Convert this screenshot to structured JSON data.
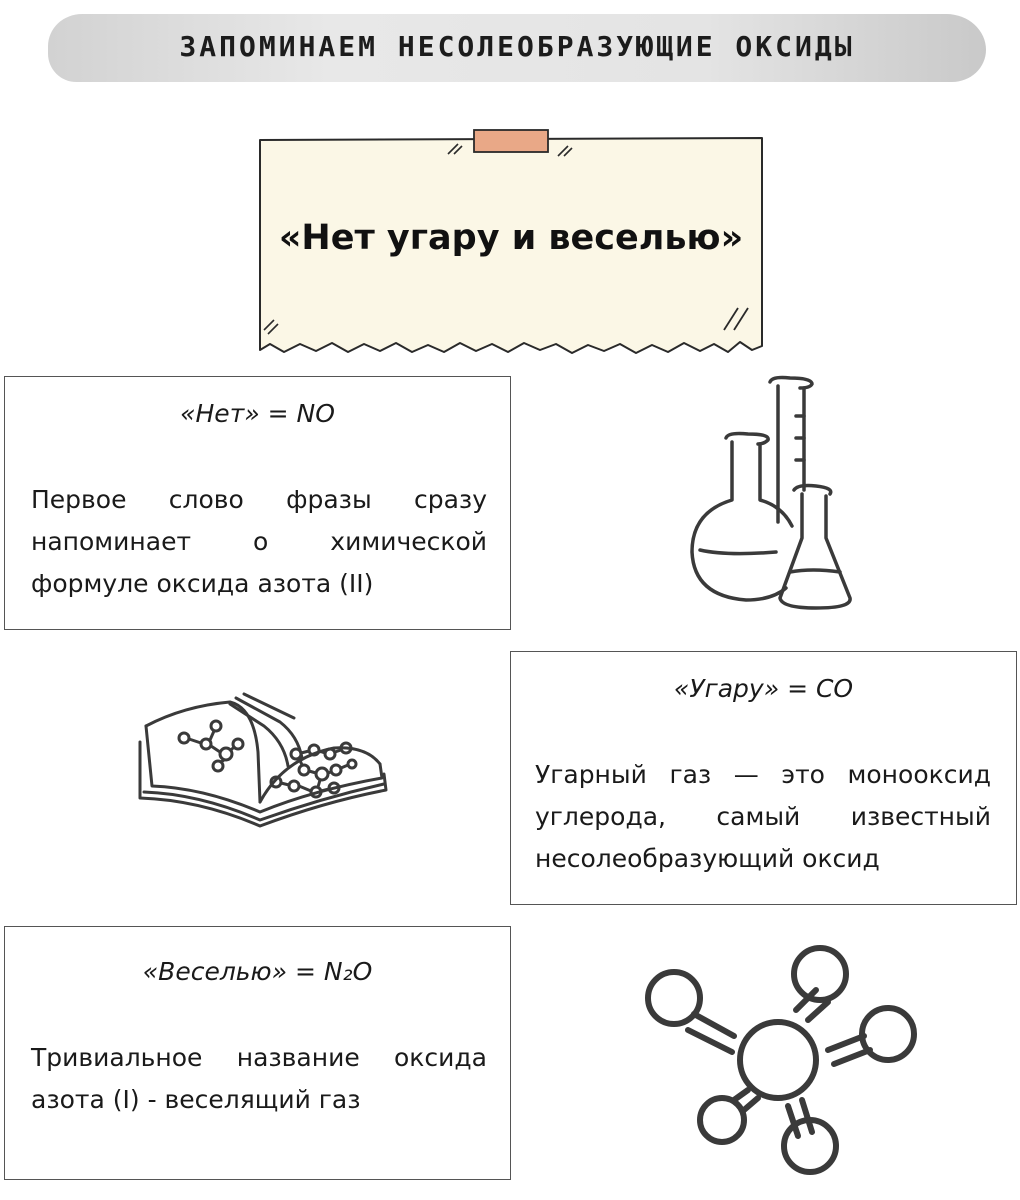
{
  "banner": {
    "title": "ЗАПОМИНАЕМ НЕСОЛЕОБРАЗУЮЩИЕ ОКСИДЫ"
  },
  "note": {
    "title": "«Нет угару и веселью»"
  },
  "cards": [
    {
      "heading": "«Нет» = NO",
      "text": "Первое слово фразы сразу напоминает о химической формуле оксида азота (II)"
    },
    {
      "heading": "«Угару» = CO",
      "text": "Угарный газ — это монооксид углерода, самый известный несолеобразующий оксид"
    },
    {
      "heading": "«Веселью» = N₂O",
      "text": "Тривиальное название оксида азота (I) - веселящий газ"
    }
  ],
  "icons": [
    "lab-flasks-icon",
    "open-book-icon",
    "molecule-icon"
  ],
  "colors": {
    "banner": "#dcdcdc",
    "note": "#fbf7e6",
    "tape": "#e9a887",
    "ink": "#3a3a3a"
  }
}
